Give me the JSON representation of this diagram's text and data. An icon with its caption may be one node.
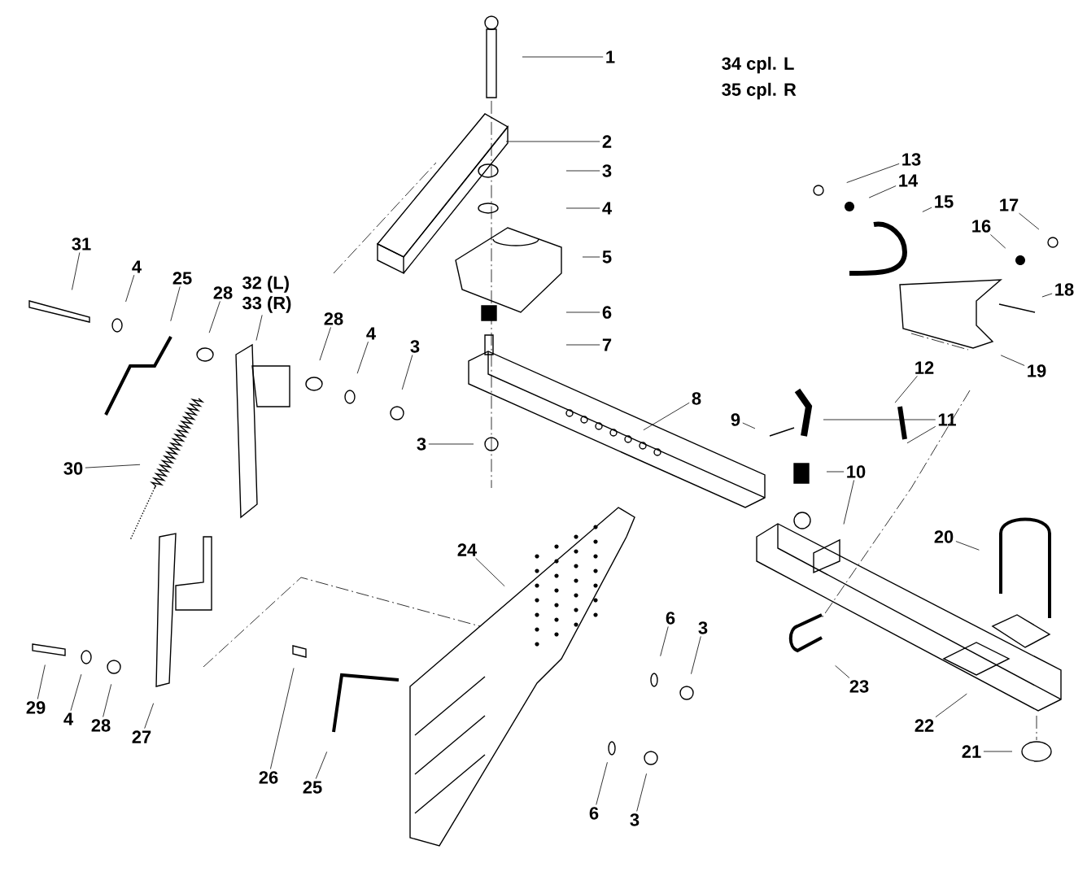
{
  "diagram": {
    "nodes": [
      {
        "text": [
          "1"
        ]
      },
      {
        "text": [
          "2"
        ]
      },
      {
        "text": [
          "3"
        ]
      },
      {
        "text": [
          "4"
        ]
      },
      {
        "text": [
          "5"
        ]
      },
      {
        "text": [
          "6"
        ]
      },
      {
        "text": [
          "7"
        ]
      },
      {
        "text": [
          "13"
        ]
      },
      {
        "text": [
          "14"
        ]
      },
      {
        "text": [
          "15"
        ]
      },
      {
        "text": [
          "17"
        ]
      },
      {
        "text": [
          "16"
        ]
      },
      {
        "text": [
          "18"
        ]
      },
      {
        "text": [
          "31"
        ]
      },
      {
        "text": [
          "4"
        ]
      },
      {
        "text": [
          "25"
        ]
      },
      {
        "text": [
          "28"
        ]
      },
      {
        "text": [
          "32 (L)",
          "33 (R)"
        ]
      },
      {
        "text": [
          "28"
        ]
      },
      {
        "text": [
          "4"
        ]
      },
      {
        "text": [
          "3"
        ]
      },
      {
        "text": [
          "19"
        ]
      },
      {
        "text": [
          "12"
        ]
      },
      {
        "text": [
          "8"
        ]
      },
      {
        "text": [
          "9"
        ]
      },
      {
        "text": [
          "11"
        ]
      },
      {
        "text": [
          "3"
        ]
      },
      {
        "text": [
          "30"
        ]
      },
      {
        "text": [
          "10"
        ]
      },
      {
        "text": [
          "20"
        ]
      },
      {
        "text": [
          "24"
        ]
      },
      {
        "text": [
          "6"
        ]
      },
      {
        "text": [
          "3"
        ]
      },
      {
        "text": [
          "23"
        ]
      },
      {
        "text": [
          "29"
        ]
      },
      {
        "text": [
          "4"
        ]
      },
      {
        "text": [
          "28"
        ]
      },
      {
        "text": [
          "22"
        ]
      },
      {
        "text": [
          "27"
        ]
      },
      {
        "text": [
          "21"
        ]
      },
      {
        "text": [
          "26"
        ]
      },
      {
        "text": [
          "25"
        ]
      },
      {
        "text": [
          "6"
        ]
      },
      {
        "text": [
          "3"
        ]
      }
    ],
    "edges": [
      {
        "from": 0,
        "to": null,
        "arrow": "none"
      },
      {
        "from": 1,
        "to": null,
        "arrow": "none"
      },
      {
        "from": 2,
        "to": null,
        "arrow": "none"
      },
      {
        "from": 3,
        "to": null,
        "arrow": "none"
      },
      {
        "from": 4,
        "to": null,
        "arrow": "none"
      },
      {
        "from": 5,
        "to": null,
        "arrow": "none"
      },
      {
        "from": 6,
        "to": null,
        "arrow": "none"
      },
      {
        "from": 7,
        "to": null,
        "arrow": "none"
      },
      {
        "from": 8,
        "to": null,
        "arrow": "none"
      },
      {
        "from": 9,
        "to": null,
        "arrow": "none"
      },
      {
        "from": 10,
        "to": null,
        "arrow": "none"
      },
      {
        "from": 11,
        "to": null,
        "arrow": "none"
      },
      {
        "from": 12,
        "to": null,
        "arrow": "none"
      },
      {
        "from": 13,
        "to": null,
        "arrow": "none"
      },
      {
        "from": 14,
        "to": null,
        "arrow": "none"
      },
      {
        "from": 15,
        "to": null,
        "arrow": "none"
      },
      {
        "from": 16,
        "to": null,
        "arrow": "none"
      },
      {
        "from": 17,
        "to": null,
        "arrow": "none"
      },
      {
        "from": 18,
        "to": null,
        "arrow": "none"
      },
      {
        "from": 19,
        "to": null,
        "arrow": "none"
      },
      {
        "from": 20,
        "to": null,
        "arrow": "none"
      },
      {
        "from": 21,
        "to": null,
        "arrow": "none"
      },
      {
        "from": 22,
        "to": null,
        "arrow": "none"
      },
      {
        "from": 23,
        "to": null,
        "arrow": "none"
      },
      {
        "from": 24,
        "to": null,
        "arrow": "none"
      },
      {
        "from": 25,
        "to": null,
        "arrow": "none"
      },
      {
        "from": 25,
        "to": null,
        "arrow": "none"
      },
      {
        "from": 26,
        "to": null,
        "arrow": "none"
      },
      {
        "from": 27,
        "to": null,
        "arrow": "none"
      },
      {
        "from": 28,
        "to": null,
        "arrow": "none"
      },
      {
        "from": 28,
        "to": null,
        "arrow": "none"
      },
      {
        "from": 29,
        "to": null,
        "arrow": "none"
      },
      {
        "from": 30,
        "to": null,
        "arrow": "none"
      },
      {
        "from": 31,
        "to": null,
        "arrow": "none"
      },
      {
        "from": 32,
        "to": null,
        "arrow": "none"
      },
      {
        "from": 33,
        "to": null,
        "arrow": "none"
      },
      {
        "from": 34,
        "to": null,
        "arrow": "none"
      },
      {
        "from": 35,
        "to": null,
        "arrow": "none"
      },
      {
        "from": 36,
        "to": null,
        "arrow": "none"
      },
      {
        "from": 37,
        "to": null,
        "arrow": "none"
      },
      {
        "from": 38,
        "to": null,
        "arrow": "none"
      },
      {
        "from": 39,
        "to": null,
        "arrow": "none"
      },
      {
        "from": 40,
        "to": null,
        "arrow": "none"
      },
      {
        "from": 41,
        "to": null,
        "arrow": "none"
      },
      {
        "from": 42,
        "to": null,
        "arrow": "none"
      },
      {
        "from": 43,
        "to": null,
        "arrow": "none"
      }
    ],
    "labels": [
      "34 cpl. L",
      "35 cpl. R"
    ]
  }
}
